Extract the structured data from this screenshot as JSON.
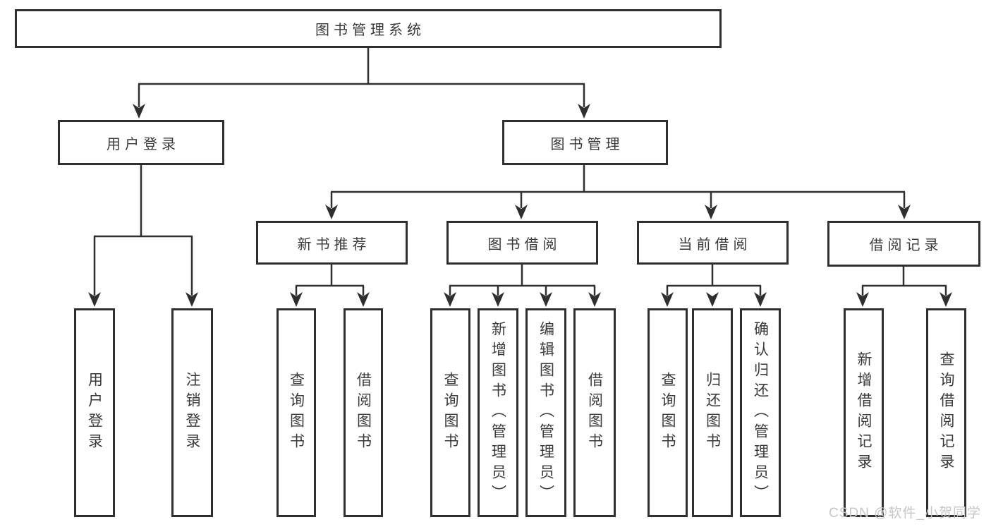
{
  "diagram": {
    "title": "图书管理系统",
    "level2": [
      {
        "label": "用户登录",
        "children": [
          {
            "label": "用户登录"
          },
          {
            "label": "注销登录"
          }
        ]
      },
      {
        "label": "图书管理",
        "children": [
          {
            "label": "新书推荐",
            "children": [
              {
                "label": "查询图书"
              },
              {
                "label": "借阅图书"
              }
            ]
          },
          {
            "label": "图书借阅",
            "children": [
              {
                "label": "查询图书"
              },
              {
                "label": "新增图书（管理员）"
              },
              {
                "label": "编辑图书（管理员）"
              },
              {
                "label": "借阅图书"
              }
            ]
          },
          {
            "label": "当前借阅",
            "children": [
              {
                "label": "查询图书"
              },
              {
                "label": "归还图书"
              },
              {
                "label": "确认归还（管理员）"
              }
            ]
          },
          {
            "label": "借阅记录",
            "children": [
              {
                "label": "新增借阅记录"
              },
              {
                "label": "查询借阅记录"
              }
            ]
          }
        ]
      }
    ]
  },
  "watermark": "CSDN @软件_小贺同学",
  "colors": {
    "line": "#2f2f2f",
    "box_border": "#2f2f2f",
    "text": "#3a3a3a",
    "watermark": "#c7c7c7",
    "background": "#ffffff"
  }
}
